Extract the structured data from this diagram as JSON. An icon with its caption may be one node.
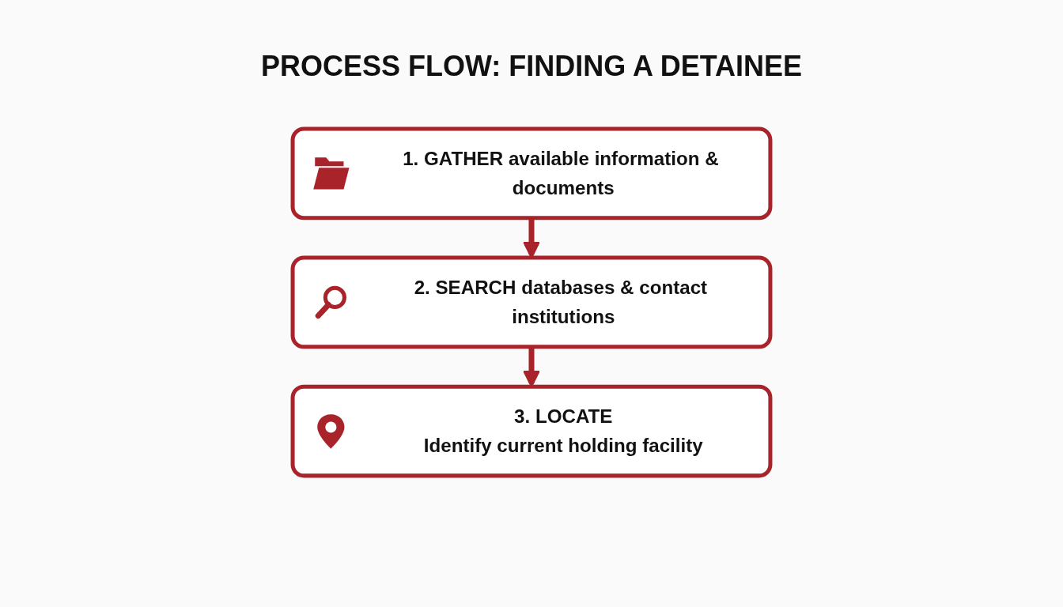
{
  "diagram": {
    "title": "PROCESS FLOW: FINDING A DETAINEE",
    "nodes": [
      {
        "text": [
          "1. GATHER available information & documents"
        ]
      },
      {
        "text": [
          "2. SEARCH databases & contact institutions"
        ]
      },
      {
        "text": [
          "3. LOCATE",
          "Identify current holding facility"
        ]
      }
    ],
    "edges": [
      {
        "from": 0,
        "to": 1,
        "arrow": "to"
      },
      {
        "from": 1,
        "to": 2,
        "arrow": "to"
      }
    ]
  }
}
